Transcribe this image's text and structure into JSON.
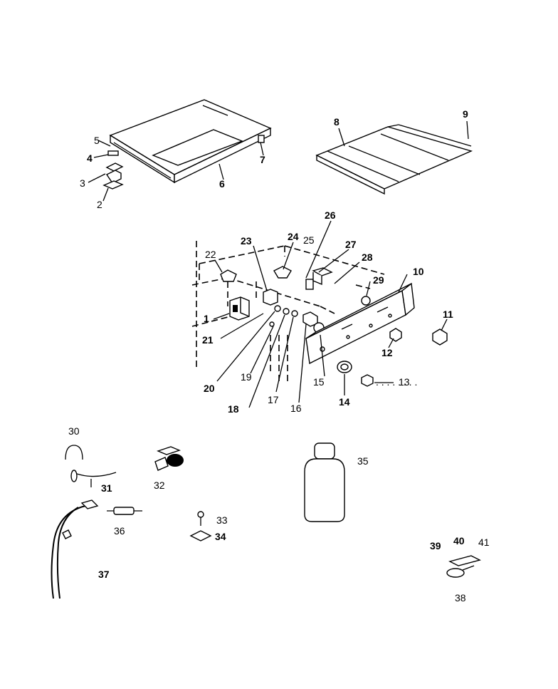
{
  "parts": {
    "p1": "1",
    "p2": "2",
    "p3": "3",
    "p4": "4",
    "p5": "5",
    "p6": "6",
    "p7": "7",
    "p8": "8",
    "p9": "9",
    "p10": "10",
    "p11": "11",
    "p12": "12",
    "p13": "13",
    "p14": "14",
    "p15": "15",
    "p16": "16",
    "p17": "17",
    "p18": "18",
    "p19": "19",
    "p20": "20",
    "p21": "21",
    "p22": "22",
    "p23": "23",
    "p24": "24",
    "p25": "25",
    "p26": "26",
    "p27": "27",
    "p28": "28",
    "p29": "29",
    "p30": "30",
    "p31": "31",
    "p32": "32",
    "p33": "33",
    "p34": "34",
    "p35": "35",
    "p36": "36",
    "p37": "37",
    "p38": "38",
    "p39": "39",
    "p40": "40",
    "p41": "41"
  }
}
